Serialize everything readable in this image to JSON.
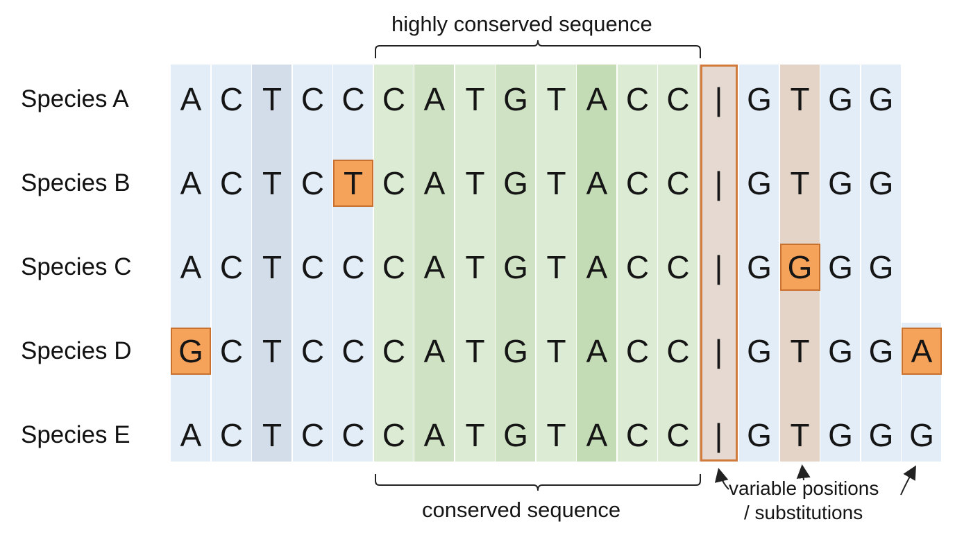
{
  "labels": {
    "top_bracket": "highly conserved sequence",
    "bottom_bracket": "conserved sequence",
    "variable_line1": "variable positions",
    "variable_line2": "/ substitutions"
  },
  "species": [
    {
      "name": "Species A",
      "bases": [
        "A",
        "C",
        "T",
        "C",
        "C",
        "C",
        "A",
        "T",
        "G",
        "T",
        "A",
        "C",
        "C",
        "|",
        "G",
        "T",
        "G",
        "G",
        ""
      ]
    },
    {
      "name": "Species B",
      "bases": [
        "A",
        "C",
        "T",
        "C",
        "T",
        "C",
        "A",
        "T",
        "G",
        "T",
        "A",
        "C",
        "C",
        "|",
        "G",
        "T",
        "G",
        "G",
        ""
      ]
    },
    {
      "name": "Species C",
      "bases": [
        "A",
        "C",
        "T",
        "C",
        "C",
        "C",
        "A",
        "T",
        "G",
        "T",
        "A",
        "C",
        "C",
        "|",
        "G",
        "G",
        "G",
        "G",
        ""
      ]
    },
    {
      "name": "Species D",
      "bases": [
        "G",
        "C",
        "T",
        "C",
        "C",
        "C",
        "A",
        "T",
        "G",
        "T",
        "A",
        "C",
        "C",
        "|",
        "G",
        "T",
        "G",
        "G",
        "A"
      ]
    },
    {
      "name": "Species E",
      "bases": [
        "A",
        "C",
        "T",
        "C",
        "C",
        "C",
        "A",
        "T",
        "G",
        "T",
        "A",
        "C",
        "C",
        "|",
        "G",
        "T",
        "G",
        "G",
        "G"
      ]
    }
  ],
  "substitutions": [
    {
      "row": 1,
      "col": 4
    },
    {
      "row": 2,
      "col": 15
    },
    {
      "row": 3,
      "col": 0
    },
    {
      "row": 3,
      "col": 18
    }
  ],
  "colors": {
    "variable_column": "#e3edf8",
    "variable_column_dark": "#d3dde9",
    "conserved_light": "#dcebd3",
    "conserved_mid": "#cfe3c4",
    "conserved_dark": "#c3dcb6",
    "gap_column": "#e5d9d2",
    "substitution_column": "#e3d4c7",
    "substitution_fill": "#f5a25a",
    "substitution_border": "#c8702e"
  }
}
